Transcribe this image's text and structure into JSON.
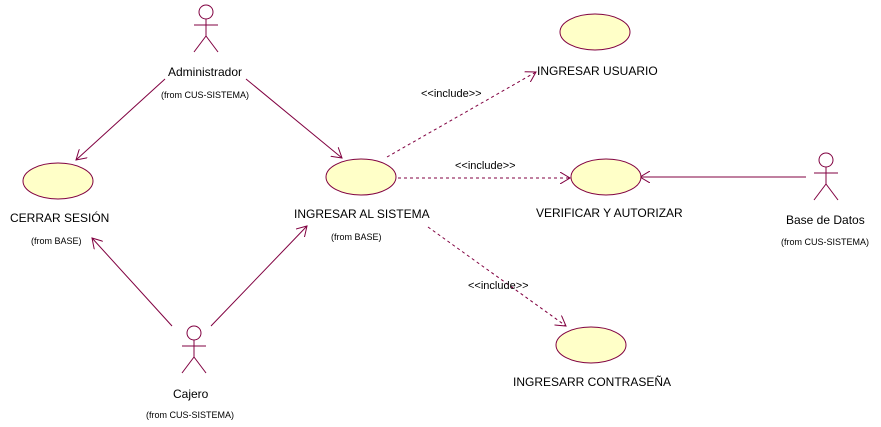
{
  "colors": {
    "background": "#ffffff",
    "line": "#800040",
    "usecase_fill": "#ffffc8",
    "text": "#000000"
  },
  "actors": {
    "administrador": {
      "name": "Administrador",
      "from": "(from CUS-SISTEMA)",
      "icon": "stick-figure-icon"
    },
    "cajero": {
      "name": "Cajero",
      "from": "(from CUS-SISTEMA)",
      "icon": "stick-figure-icon"
    },
    "base_datos": {
      "name": "Base de Datos",
      "from": "(from CUS-SISTEMA)",
      "icon": "stick-figure-icon"
    }
  },
  "use_cases": {
    "cerrar_sesion": {
      "name": "CERRAR SESIÓN",
      "from": "(from BASE)"
    },
    "ingresar_sistema": {
      "name": "INGRESAR AL SISTEMA",
      "from": "(from BASE)"
    },
    "ingresar_usuario": {
      "name": "INGRESAR USUARIO"
    },
    "verificar_autorizar": {
      "name": "VERIFICAR Y AUTORIZAR"
    },
    "ingresar_contrasena": {
      "name": "INGRESARR CONTRASEÑA"
    }
  },
  "relations": {
    "include_usuario": "<<include>>",
    "include_verificar": "<<include>>",
    "include_contrasena": "<<include>>"
  }
}
